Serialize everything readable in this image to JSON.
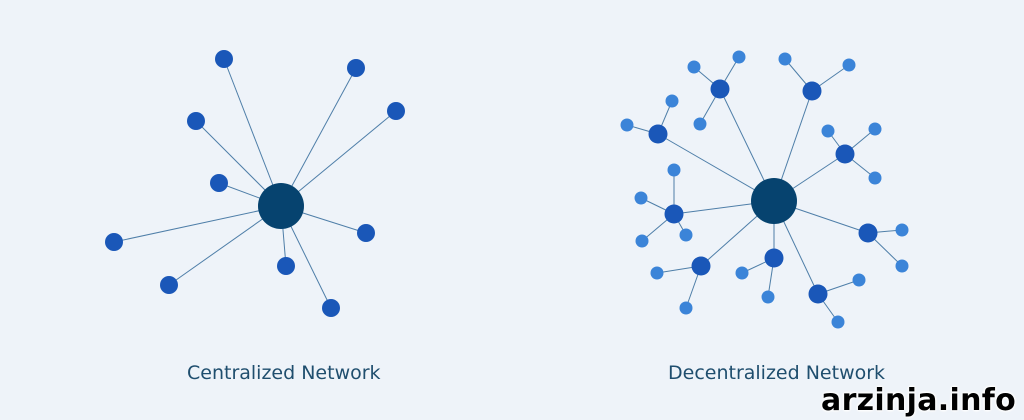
{
  "captions": {
    "centralized": "Centralized Network",
    "decentralized": "Decentralized Network"
  },
  "watermark": "arzinja.info",
  "colors": {
    "background": "#eef3f9",
    "hub": "#06436f",
    "node": "#1a57b8",
    "leaf": "#3b84d8",
    "edge": "#4e7ea8",
    "caption": "#1f4e6e"
  }
}
